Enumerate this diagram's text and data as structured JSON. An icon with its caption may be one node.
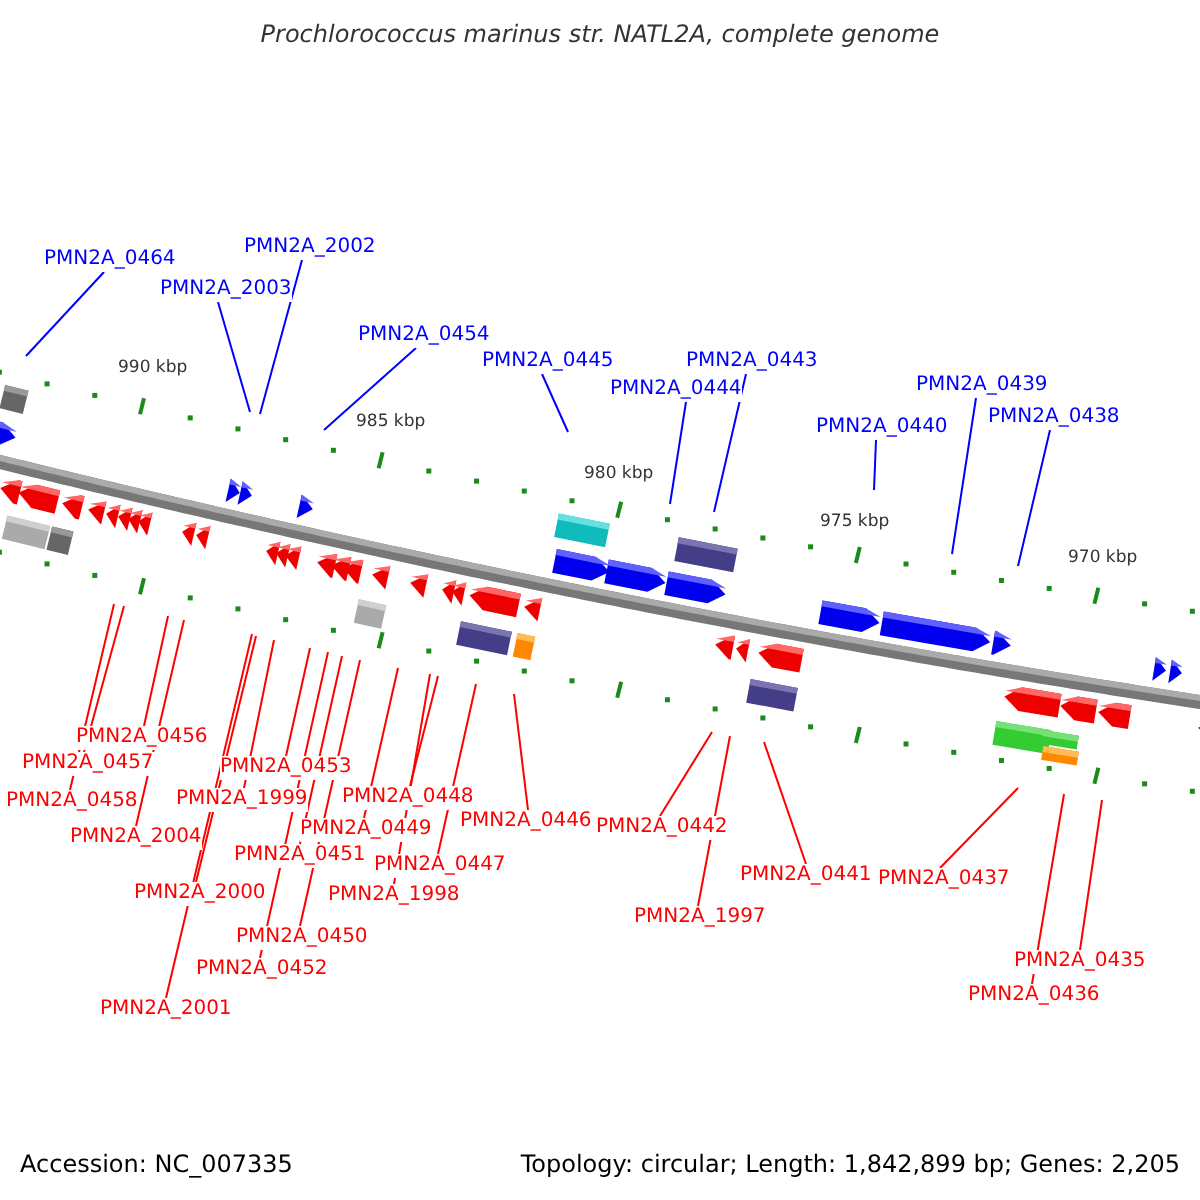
{
  "diagram": {
    "title": "Prochlorococcus marinus str. NATL2A, complete genome",
    "nodes": [
      {
        "text": [
          "PMN2A_0464"
        ]
      },
      {
        "text": [
          "PMN2A_2002"
        ]
      },
      {
        "text": [
          "PMN2A_2003"
        ]
      },
      {
        "text": [
          "PMN2A_0454"
        ]
      },
      {
        "text": [
          "PMN2A_0445"
        ]
      },
      {
        "text": [
          "PMN2A_0444"
        ]
      },
      {
        "text": [
          "PMN2A_0443"
        ]
      },
      {
        "text": [
          "PMN2A_0440"
        ]
      },
      {
        "text": [
          "PMN2A_0439"
        ]
      },
      {
        "text": [
          "PMN2A_0438"
        ]
      },
      {
        "text": [
          "PMN2A_0456"
        ]
      },
      {
        "text": [
          "PMN2A_0457"
        ]
      },
      {
        "text": [
          "PMN2A_0458"
        ]
      },
      {
        "text": [
          "PMN2A_2004"
        ]
      },
      {
        "text": [
          "PMN2A_1999"
        ]
      },
      {
        "text": [
          "PMN2A_0453"
        ]
      },
      {
        "text": [
          "PMN2A_2000"
        ]
      },
      {
        "text": [
          "PMN2A_0451"
        ]
      },
      {
        "text": [
          "PMN2A_0449"
        ]
      },
      {
        "text": [
          "PMN2A_0448"
        ]
      },
      {
        "text": [
          "PMN2A_0447"
        ]
      },
      {
        "text": [
          "PMN2A_1998"
        ]
      },
      {
        "text": [
          "PMN2A_0450"
        ]
      },
      {
        "text": [
          "PMN2A_0452"
        ]
      },
      {
        "text": [
          "PMN2A_2001"
        ]
      },
      {
        "text": [
          "PMN2A_0446"
        ]
      },
      {
        "text": [
          "PMN2A_0442"
        ]
      },
      {
        "text": [
          "PMN2A_1997"
        ]
      },
      {
        "text": [
          "PMN2A_0441"
        ]
      },
      {
        "text": [
          "PMN2A_0437"
        ]
      },
      {
        "text": [
          "PMN2A_0435"
        ]
      },
      {
        "text": [
          "PMN2A_0436"
        ]
      }
    ],
    "edges": [
      {
        "from": 0,
        "to": null,
        "arrow": "none",
        "color": "#0000ff"
      },
      {
        "from": 1,
        "to": null,
        "arrow": "none",
        "color": "#0000ff"
      },
      {
        "from": 2,
        "to": null,
        "arrow": "none",
        "color": "#0000ff"
      },
      {
        "from": 3,
        "to": null,
        "arrow": "none",
        "color": "#0000ff"
      },
      {
        "from": 4,
        "to": null,
        "arrow": "none",
        "color": "#0000ff"
      },
      {
        "from": 5,
        "to": null,
        "arrow": "none",
        "color": "#0000ff"
      },
      {
        "from": 6,
        "to": null,
        "arrow": "none",
        "color": "#0000ff"
      },
      {
        "from": 7,
        "to": null,
        "arrow": "none",
        "color": "#0000ff"
      },
      {
        "from": 8,
        "to": null,
        "arrow": "none",
        "color": "#0000ff"
      },
      {
        "from": 9,
        "to": null,
        "arrow": "none",
        "color": "#0000ff"
      },
      {
        "from": 10,
        "to": null,
        "arrow": "none"
      },
      {
        "from": 11,
        "to": null,
        "arrow": "none"
      },
      {
        "from": 12,
        "to": null,
        "arrow": "none"
      },
      {
        "from": 13,
        "to": null,
        "arrow": "none"
      },
      {
        "from": 14,
        "to": null,
        "arrow": "none"
      },
      {
        "from": 15,
        "to": null,
        "arrow": "none"
      },
      {
        "from": 16,
        "to": null,
        "arrow": "none"
      },
      {
        "from": 17,
        "to": null,
        "arrow": "none"
      },
      {
        "from": 18,
        "to": null,
        "arrow": "none"
      },
      {
        "from": 19,
        "to": null,
        "arrow": "none"
      },
      {
        "from": 20,
        "to": null,
        "arrow": "none"
      },
      {
        "from": 21,
        "to": null,
        "arrow": "none"
      },
      {
        "from": 22,
        "to": null,
        "arrow": "none"
      },
      {
        "from": 23,
        "to": null,
        "arrow": "none"
      },
      {
        "from": 24,
        "to": null,
        "arrow": "none"
      },
      {
        "from": 25,
        "to": null,
        "arrow": "none"
      },
      {
        "from": 26,
        "to": null,
        "arrow": "none"
      },
      {
        "from": 27,
        "to": null,
        "arrow": "none"
      },
      {
        "from": 28,
        "to": null,
        "arrow": "none"
      },
      {
        "from": 29,
        "to": null,
        "arrow": "none"
      },
      {
        "from": 30,
        "to": null,
        "arrow": "none"
      },
      {
        "from": 31,
        "to": null,
        "arrow": "none"
      }
    ],
    "labels": [
      "990 kbp",
      "985 kbp",
      "980 kbp",
      "975 kbp",
      "970 kbp",
      "Accession: NC_007335",
      "Topology: circular; Length: 1,842,899 bp; Genes: 2,205"
    ]
  }
}
